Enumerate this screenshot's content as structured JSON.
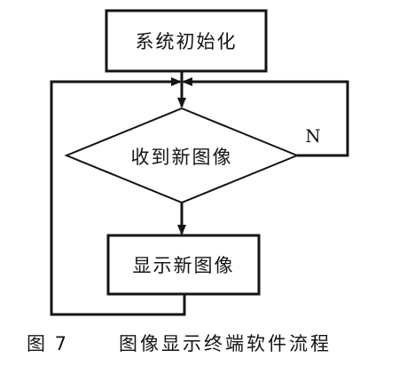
{
  "diagram": {
    "type": "flowchart",
    "nodes": {
      "init": {
        "label": "系统初始化",
        "shape": "rect"
      },
      "decision": {
        "label": "收到新图像",
        "shape": "diamond"
      },
      "display": {
        "label": "显示新图像",
        "shape": "rect"
      }
    },
    "edges": {
      "no_label": "N"
    },
    "caption": {
      "figure_number": "图 7",
      "title": "图像显示终端软件流程"
    },
    "colors": {
      "stroke": "#141414",
      "text": "#141414",
      "background": "#ffffff"
    }
  }
}
